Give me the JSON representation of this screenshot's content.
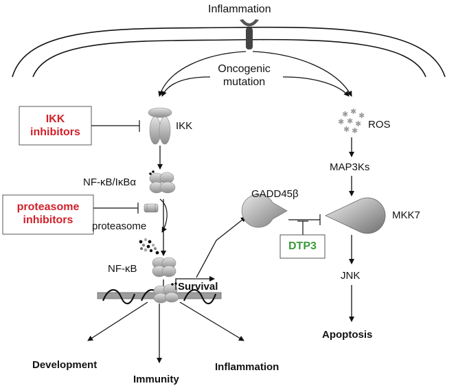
{
  "title": "Inflammation",
  "trigger": "Oncogenic mutation",
  "inhibitors": {
    "ikk": "IKK inhibitors",
    "proteasome": "proteasome inhibitors",
    "dtp3": "DTP3"
  },
  "nodes": {
    "ikk": "IKK",
    "nfkb_ikba": "NF-κB/IκBα",
    "proteasome": "proteasome",
    "nfkb": "NF-κB",
    "survival": "Survival",
    "gadd45b": "GADD45β",
    "mkk7": "MKK7",
    "ros": "ROS",
    "map3ks": "MAP3Ks",
    "jnk": "JNK",
    "apoptosis": "Apoptosis"
  },
  "outcomes": {
    "development": "Development",
    "immunity": "Immunity",
    "inflammation": "Inflammation"
  },
  "colors": {
    "inhibitor_red": "#d0212b",
    "inhibitor_green": "#3a9a3a",
    "protein_grey": "#b9b9b9",
    "line": "#111111"
  }
}
